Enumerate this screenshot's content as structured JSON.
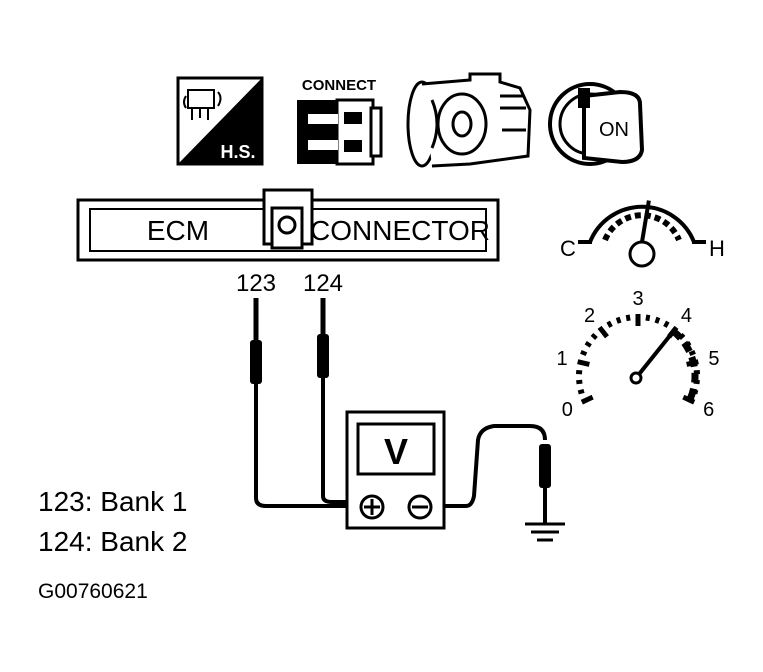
{
  "icons": {
    "hs_label": "H.S.",
    "connect_label": "CONNECT",
    "ignition_label": "ON"
  },
  "ecm": {
    "left_label": "ECM",
    "right_label": "CONNECTOR",
    "pin_a": "123",
    "pin_b": "124"
  },
  "meter": {
    "symbol": "V"
  },
  "temp_gauge": {
    "cold": "C",
    "hot": "H",
    "level": 0.55
  },
  "tachometer": {
    "ticks": [
      "0",
      "1",
      "2",
      "3",
      "4",
      "5",
      "6"
    ],
    "needle_value": 4
  },
  "legend": {
    "line1": "123: Bank 1",
    "line2": "124: Bank 2"
  },
  "figure_id": "G00760621"
}
